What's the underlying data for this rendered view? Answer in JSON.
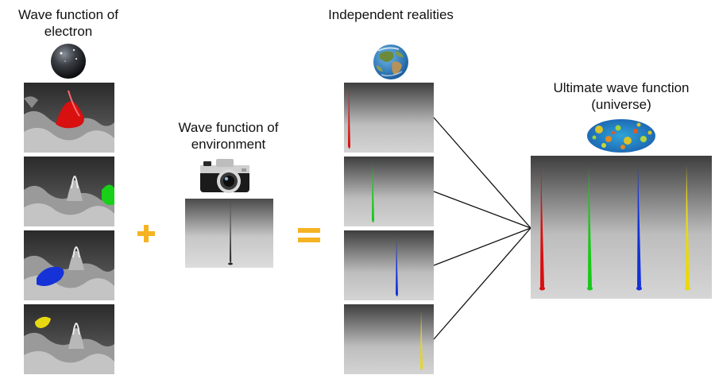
{
  "labels": {
    "electron_title": "Wave function of electron",
    "environment_title": "Wave function of environment",
    "realities_title": "Independent realities",
    "universe_title": "Ultimate wave function (universe)"
  },
  "icons": {
    "electron": "electron-sphere-icon",
    "environment": "camera-icon",
    "realities": "earth-globe-icon",
    "universe": "cosmic-microwave-background-icon",
    "plus": "plus-icon",
    "equals": "equals-icon"
  },
  "colors": {
    "electron_peaks": [
      "#e01010",
      "#12d612",
      "#1238e0",
      "#e8d812"
    ],
    "operator_accent": "#f5b323",
    "needle": "#333333",
    "connector": "#111111"
  }
}
